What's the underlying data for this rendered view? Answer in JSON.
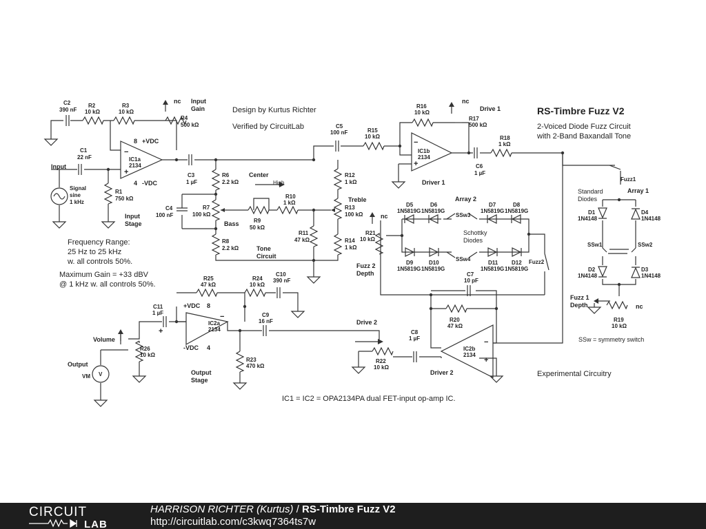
{
  "schematic": {
    "title": "RS-Timbre Fuzz V2",
    "subtitle1": "2-Voiced Diode Fuzz Circuit",
    "subtitle2": "with 2-Band Baxandall Tone",
    "design_by": "Design by Kurtus Richter",
    "verified": "Verified by CircuitLab",
    "freq1": "Frequency Range:",
    "freq2": "25 Hz to 25 kHz",
    "freq3": "w. all controls 50%.",
    "gain1": "Maximum Gain = +33 dBV",
    "gain2": "@ 1 kHz w. all controls 50%.",
    "ic_note": "IC1 = IC2 = OPA2134PA dual FET-input op-amp IC.",
    "experimental": "Experimental Circuitry",
    "ssw_note": "SSw = symmetry switch",
    "labels": {
      "c2a": "C2",
      "c2b": "390 nF",
      "r2a": "R2",
      "r2b": "10 kΩ",
      "r3a": "R3",
      "r3b": "10 kΩ",
      "r4a": "R4",
      "r4b": "500 kΩ",
      "nc": "nc",
      "input_gain1": "Input",
      "input_gain2": "Gain",
      "c1a": "C1",
      "c1b": "22 nF",
      "input": "Input",
      "sig1": "Signal",
      "sig2": "sine",
      "sig3": "1 kHz",
      "r1a": "R1",
      "r1b": "750 kΩ",
      "ic1a1": "IC1a",
      "ic1a2": "2134",
      "pin8": "8",
      "pin4": "4",
      "pvdc": "+VDC",
      "nvdc": "-VDC",
      "input_stage1": "Input",
      "input_stage2": "Stage",
      "c3a": "C3",
      "c3b": "1 µF",
      "r6a": "R6",
      "r6b": "2.2 kΩ",
      "r7a": "R7",
      "r7b": "100 kΩ",
      "r8a": "R8",
      "r8b": "2.2 kΩ",
      "c4a": "C4",
      "c4b": "100 nF",
      "bass": "Bass",
      "center": "Center",
      "high": "High",
      "r9a": "R9",
      "r9b": "50 kΩ",
      "r10a": "R10",
      "r10b": "1 kΩ",
      "tone1": "Tone",
      "tone2": "Circuit",
      "r11a": "R11",
      "r11b": "47 kΩ",
      "r12a": "R12",
      "r12b": "1 kΩ",
      "r13a": "R13",
      "r13b": "100 kΩ",
      "r14a": "R14",
      "r14b": "1 kΩ",
      "treble": "Treble",
      "c5a": "C5",
      "c5b": "100 nF",
      "r15a": "R15",
      "r15b": "10 kΩ",
      "r16a": "R16",
      "r16b": "10 kΩ",
      "r17a": "R17",
      "r17b": "500 kΩ",
      "drive1": "Drive 1",
      "ic1b1": "IC1b",
      "ic1b2": "2134",
      "driver1": "Driver 1",
      "c6a": "C6",
      "c6b": "1 µF",
      "r18a": "R18",
      "r18b": "1 kΩ",
      "fuzz1sw": "Fuzz1",
      "array1": "Array 1",
      "std1": "Standard",
      "std2": "Diodes",
      "d1a": "D1",
      "d1b": "1N4148",
      "d4a": "D4",
      "d4b": "1N4148",
      "d2a": "D2",
      "d2b": "1N4148",
      "d3a": "D3",
      "d3b": "1N4148",
      "ssw1": "SSw1",
      "ssw2": "SSw2",
      "fuzz1depth1": "Fuzz 1",
      "fuzz1depth2": "Depth",
      "r19a": "R19",
      "r19b": "10 kΩ",
      "array2": "Array 2",
      "d5a": "D5",
      "d5b": "1N5819G",
      "d6a": "D6",
      "d6b": "1N5819G",
      "d7a": "D7",
      "d7b": "1N5819G",
      "d8a": "D8",
      "d8b": "1N5819G",
      "d9a": "D9",
      "d9b": "1N5819G",
      "d10a": "D10",
      "d10b": "1N5819G",
      "d11a": "D11",
      "d11b": "1N5819G",
      "d12a": "D12",
      "d12b": "1N5819G",
      "ssw3": "SSw3",
      "ssw4": "SSw4",
      "schottky1": "Schottky",
      "schottky2": "Diodes",
      "fuzz2sw": "Fuzz2",
      "r21a": "R21",
      "r21b": "10 kΩ",
      "fuzz2depth1": "Fuzz 2",
      "fuzz2depth2": "Depth",
      "c7a": "C7",
      "c7b": "10 pF",
      "r20a": "R20",
      "r20b": "47 kΩ",
      "ic2b1": "IC2b",
      "ic2b2": "2134",
      "driver2": "Driver 2",
      "drive2": "Drive 2",
      "r22a": "R22",
      "r22b": "10 kΩ",
      "c8a": "C8",
      "c8b": "1 µF",
      "r25a": "R25",
      "r25b": "47 kΩ",
      "r24a": "R24",
      "r24b": "10 kΩ",
      "c10a": "C10",
      "c10b": "390 nF",
      "c9a": "C9",
      "c9b": "16 nF",
      "c11a": "C11",
      "c11b": "1 µF",
      "ic2a1": "IC2a",
      "ic2a2": "2134",
      "volume": "Volume",
      "r26a": "R26",
      "r26b": "10 kΩ",
      "output": "Output",
      "vm": "VM",
      "v": "V",
      "r23a": "R23",
      "r23b": "470 kΩ",
      "output_stage1": "Output",
      "output_stage2": "Stage",
      "minus": "−",
      "plus": "+"
    }
  },
  "footer": {
    "logo_top": "CIRCUIT",
    "logo_bottom": "LAB",
    "author": "HARRISON RICHTER (Kurtus)",
    "separator": " / ",
    "title": "RS-Timbre Fuzz V2",
    "url": "http://circuitlab.com/c3kwq7364ts7w"
  }
}
